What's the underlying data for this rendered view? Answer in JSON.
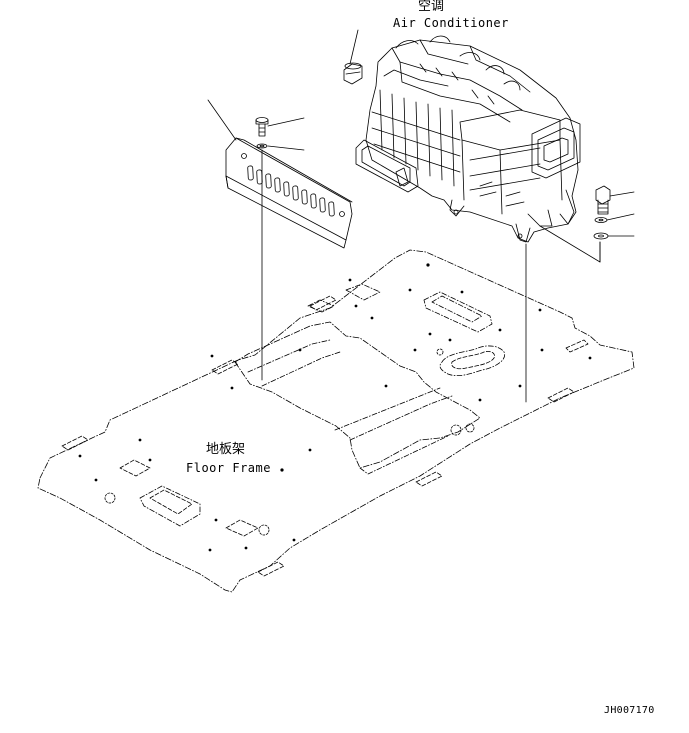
{
  "labels": {
    "air_conditioner": {
      "cn": "空调",
      "en": "Air Conditioner"
    },
    "floor_frame": {
      "cn": "地板架",
      "en": "Floor Frame"
    },
    "drawing_code": "JH007170"
  },
  "colors": {
    "line": "#000000",
    "background": "#ffffff"
  }
}
